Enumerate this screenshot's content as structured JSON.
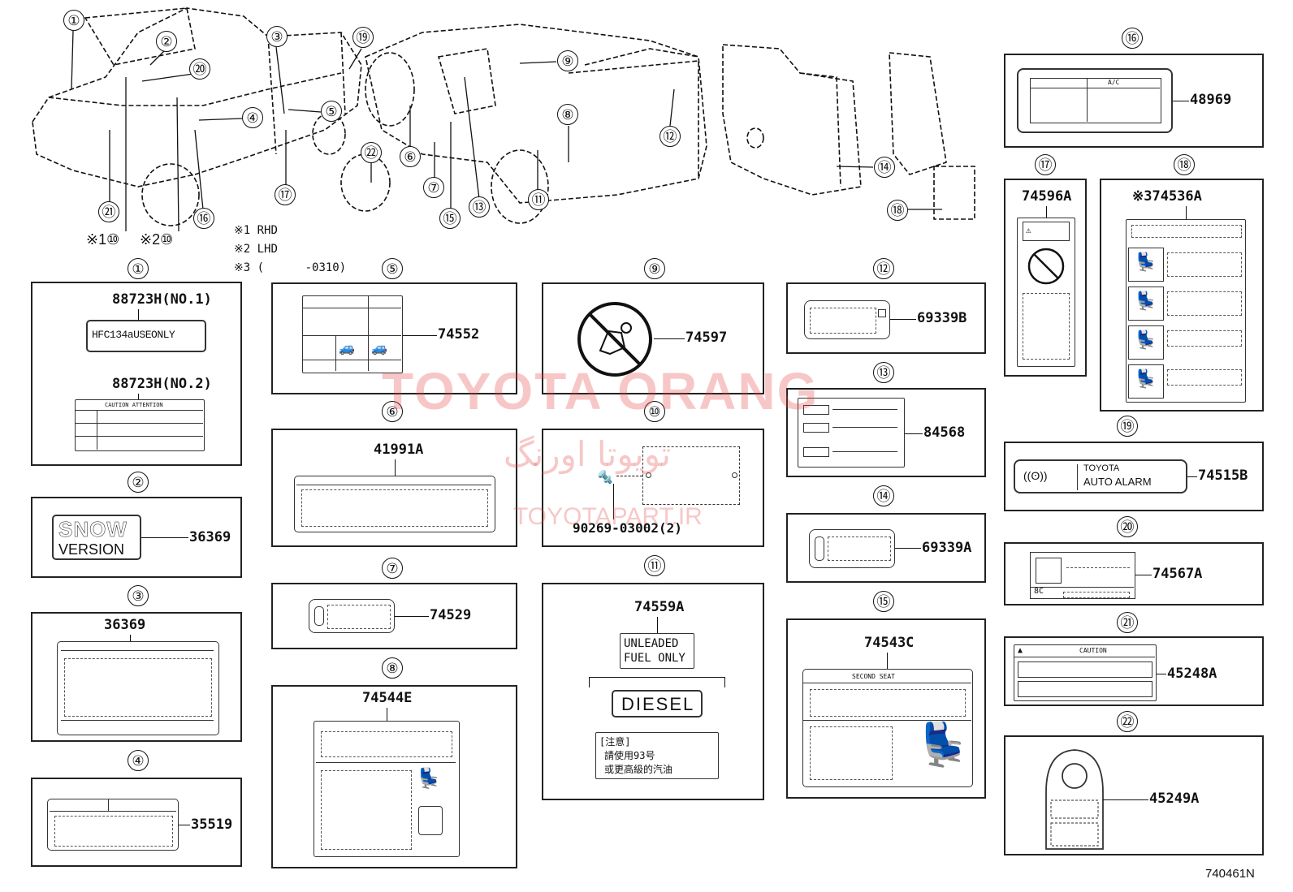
{
  "callouts_top": {
    "c1": "①",
    "c2": "②",
    "c3": "③",
    "c4": "④",
    "c5": "⑤",
    "c6": "⑥",
    "c7": "⑦",
    "c8": "⑧",
    "c9": "⑨",
    "c11": "⑪",
    "c12": "⑫",
    "c13": "⑬",
    "c14": "⑭",
    "c15": "⑮",
    "c16": "⑯",
    "c17": "⑰",
    "c18": "⑱",
    "c19": "⑲",
    "c20": "⑳",
    "c21": "㉑",
    "c22": "㉒",
    "c10a": "※1⑩",
    "c10b": "※2⑩"
  },
  "notes": {
    "n1": "※1 RHD",
    "n2": "※2 LHD",
    "n3": "※3 (      -0310)"
  },
  "panels": {
    "p1": {
      "num": "①",
      "parts": [
        "88723H(NO.1)",
        "88723H(NO.2)"
      ],
      "label1": "HFC134aUSEONLY",
      "label2": "CAUTION  ATTENTION"
    },
    "p2": {
      "num": "②",
      "part": "36369",
      "line1": "SNOW",
      "line2": "VERSION"
    },
    "p3": {
      "num": "③",
      "part": "36369"
    },
    "p4": {
      "num": "④",
      "part": "35519"
    },
    "p5": {
      "num": "⑤",
      "part": "74552"
    },
    "p6": {
      "num": "⑥",
      "part": "41991A"
    },
    "p7": {
      "num": "⑦",
      "part": "74529"
    },
    "p8": {
      "num": "⑧",
      "part": "74544E"
    },
    "p9": {
      "num": "⑨",
      "part": "74597"
    },
    "p10": {
      "num": "⑩",
      "part": "90269-03002(2)"
    },
    "p11": {
      "num": "⑪",
      "part": "74559A",
      "line1": "UNLEADED",
      "line2": "FUEL ONLY",
      "diesel": "DIESEL",
      "cn1": "[注意]",
      "cn2": "請使用93号",
      "cn3": "或更高級的汽油"
    },
    "p12": {
      "num": "⑫",
      "part": "69339B"
    },
    "p13": {
      "num": "⑬",
      "part": "84568"
    },
    "p14": {
      "num": "⑭",
      "part": "69339A"
    },
    "p15": {
      "num": "⑮",
      "part": "74543C",
      "label": "SECOND SEAT"
    },
    "p16": {
      "num": "⑯",
      "part": "48969",
      "label": "A/C"
    },
    "p17": {
      "num": "⑰",
      "part": "74596A"
    },
    "p18": {
      "num": "⑱",
      "part": "※374536A"
    },
    "p19": {
      "num": "⑲",
      "part": "74515B",
      "line1": "TOYOTA",
      "line2": "AUTO ALARM"
    },
    "p20": {
      "num": "⑳",
      "part": "74567A",
      "code": "8C"
    },
    "p21": {
      "num": "㉑",
      "part": "45248A",
      "label": "CAUTION"
    },
    "p22": {
      "num": "㉒",
      "part": "45249A"
    }
  },
  "watermark": {
    "line1": "TOYOTA ORANG",
    "line2": "تویوتا اورنگ",
    "line3": "TOYOTAPART.IR"
  },
  "figure_id": "740461N"
}
